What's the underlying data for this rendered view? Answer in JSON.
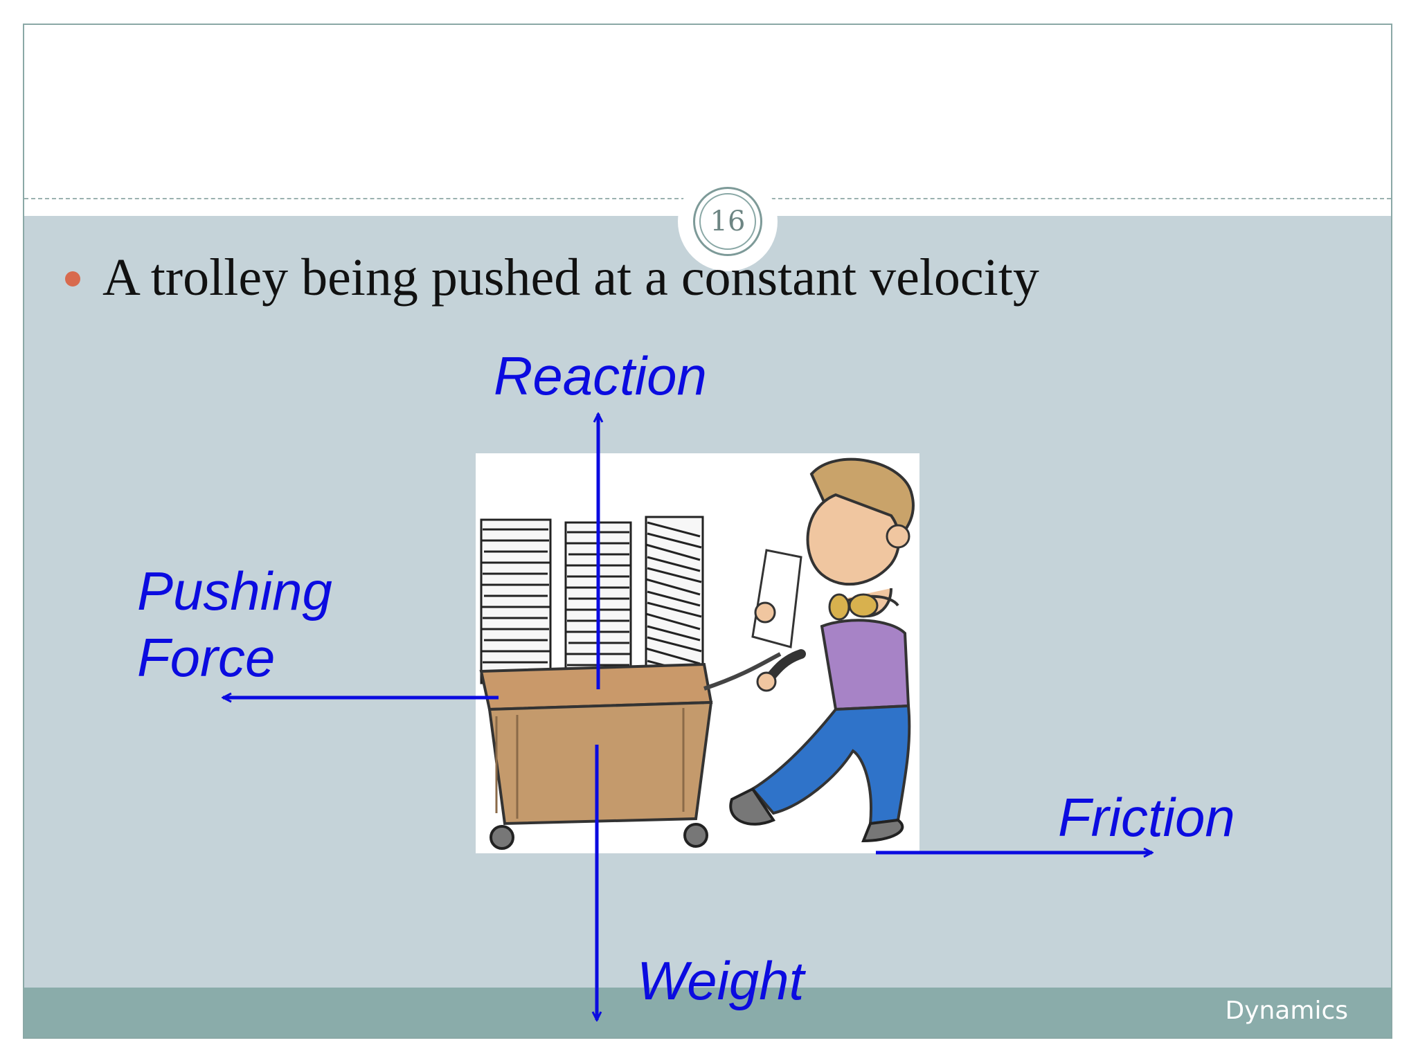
{
  "slide": {
    "page_number": "16",
    "bullet": "A trolley being pushed at a constant velocity",
    "footer": "Dynamics"
  },
  "diagram": {
    "forces": {
      "reaction": "Reaction",
      "pushing_line1": "Pushing",
      "pushing_line2": "Force",
      "friction": "Friction",
      "weight": "Weight"
    }
  },
  "colors": {
    "slide_body": "#c5d3d9",
    "footer_band": "#8aacaa",
    "bullet_dot": "#d86a4e",
    "force_blue": "#0b0be0",
    "rule": "#9ab1af"
  },
  "icons": {
    "illustration": "man-pushing-paper-trolley-clipart"
  }
}
